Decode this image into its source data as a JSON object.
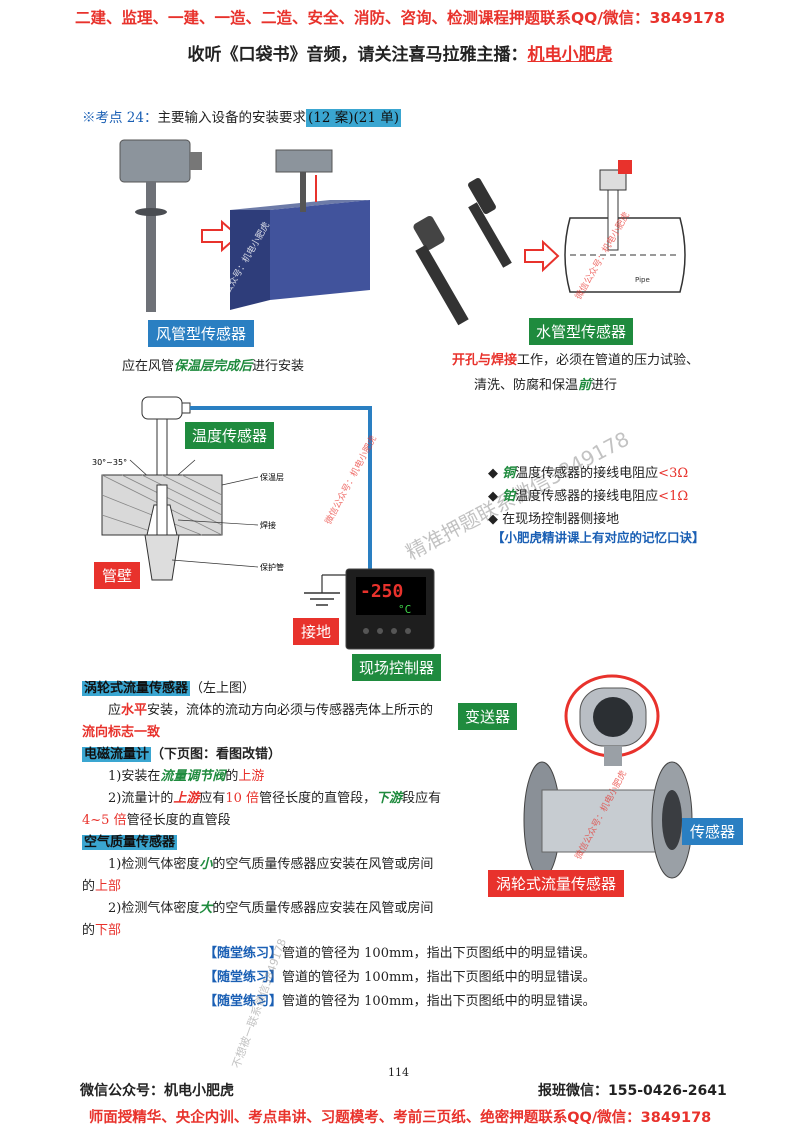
{
  "header": {
    "promo_line": "二建、监理、一建、一造、二造、安全、消防、咨询、检测课程押题联系QQ/微信：3849178",
    "audio_prefix": "收听《口袋书》音频，请关注喜马拉雅主播：",
    "audio_anchor": "机电小肥虎"
  },
  "kaodian": {
    "mark": "※考点 24：",
    "title": "主要输入设备的安装要求",
    "tag": "(12 案)(21 单)"
  },
  "figure_top": {
    "duct_sensor_label": "风管型传感器",
    "water_sensor_label": "水管型传感器",
    "duct_note_prefix": "应在风管",
    "duct_note_emph": "保温层完成后",
    "duct_note_suffix": "进行安装",
    "water_note_emph": "开孔与焊接",
    "water_note_mid": "工作，必须在管道的压力试验、",
    "water_note_line2_a": "清洗、防腐和保温",
    "water_note_line2_emph": "前",
    "water_note_line2_b": "进行",
    "pipe_label": "Pipe",
    "watermark_1": "微信公众号：机电小肥虎",
    "watermark_2": "微信公众号：机电小肥虎"
  },
  "figure_mid": {
    "temp_sensor_label": "温度传感器",
    "pipe_wall_label": "管壁",
    "ground_label": "接地",
    "controller_label": "现场控制器",
    "display_value": "-250",
    "display_unit": "°C",
    "angle_label": "30°~35°",
    "part_insulation": "保温层",
    "part_weld": "焊接",
    "part_sleeve": "保护管",
    "bullets": [
      {
        "emph": "铜",
        "text": "温度传感器的接线电阻应",
        "value": "<3Ω"
      },
      {
        "emph": "铂",
        "text": "温度传感器的接线电阻应",
        "value": "<1Ω"
      },
      {
        "emph": "",
        "text": "在现场控制器侧接地",
        "value": ""
      }
    ],
    "mnemonic": "【小肥虎精讲课上有对应的记忆口诀】",
    "watermark": "微信公众号：机电小肥虎",
    "diag_watermark": "精准押题联系微信3849178"
  },
  "flow_section": {
    "turbine_head": "涡轮式流量传感器",
    "turbine_ref": "（左上图）",
    "turbine_body_a": "应",
    "turbine_body_emph": "水平",
    "turbine_body_b": "安装，流体的流动方向必须与传感器壳体上所示的",
    "turbine_body_line2": "流向标志一致",
    "em_head": "电磁流量计",
    "em_ref": "（下页图：看图改错）",
    "em_item1_a": "1)安装在",
    "em_item1_emph": "流量调节阀",
    "em_item1_b": "的",
    "em_item1_red": "上游",
    "em_item2_a": "2)流量计的",
    "em_item2_emph1": "上游",
    "em_item2_b": "应有",
    "em_item2_red1": "10 倍",
    "em_item2_c": "管径长度的直管段，",
    "em_item2_emph2": "下游",
    "em_item2_d": "段应有",
    "em_item2_red2": "4~5 倍",
    "em_item2_e": "管径长度的直管段",
    "air_head": "空气质量传感器",
    "air_item1_a": "1)检测气体密度",
    "air_item1_emph": "小",
    "air_item1_b": "的空气质量传感器应安装在风管或房间",
    "air_item1_line2_a": "的",
    "air_item1_red": "上部",
    "air_item2_a": "2)检测气体密度",
    "air_item2_emph": "大",
    "air_item2_b": "的空气质量传感器应安装在风管或房间",
    "air_item2_line2_a": "的",
    "air_item2_red": "下部"
  },
  "figure_turbine": {
    "transmitter_label": "变送器",
    "sensor_label": "传感器",
    "caption": "涡轮式流量传感器",
    "watermark": "微信公众号：机电小肥虎"
  },
  "exercises": [
    {
      "tag": "【随堂练习】",
      "text": "管道的管径为 100mm，指出下页图纸中的明显错误。"
    },
    {
      "tag": "【随堂练习】",
      "text": "管道的管径为 100mm，指出下页图纸中的明显错误。"
    },
    {
      "tag": "【随堂练习】",
      "text": "管道的管径为 100mm，指出下页图纸中的明显错误。"
    }
  ],
  "footer": {
    "page_number": "114",
    "left": "微信公众号：机电小肥虎",
    "right": "报班微信：155-0426-2641",
    "bottom": "师面授精华、央企内训、考点串讲、习题模考、考前三页纸、绝密押题联系QQ/微信：3849178",
    "side_watermark": "不想被一联系微信3849178"
  }
}
